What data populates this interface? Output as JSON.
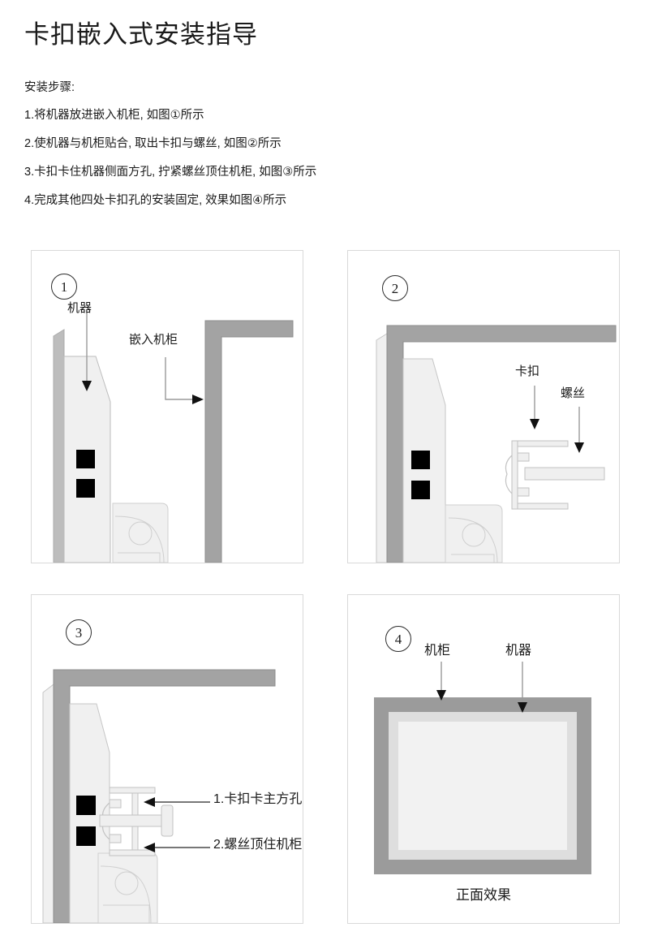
{
  "document": {
    "title": "卡扣嵌入式安装指导",
    "steps_lead": "安装步骤:",
    "steps": [
      "1.将机器放进嵌入机柜, 如图①所示",
      "2.使机器与机柜贴合, 取出卡扣与螺丝, 如图②所示",
      "3.卡扣卡住机器侧面方孔, 拧紧螺丝顶住机柜, 如图③所示",
      "4.完成其他四处卡扣孔的安装固定, 效果如图④所示"
    ]
  },
  "colors": {
    "text": "#1a1a1a",
    "panel_border": "#d9d9d9",
    "cabinet_gray": "#a3a3a3",
    "cabinet_stroke": "#8c8c8c",
    "device_body": "#f0f0f0",
    "device_stroke": "#bdbdbd",
    "bezel_gray": "#bdbdbd",
    "hole_black": "#000000",
    "clip_fill": "#efefef",
    "clip_stroke": "#c2c2c2",
    "front_outer": "#9b9b9b",
    "front_middle": "#dedede",
    "front_inner": "#f2f2f2"
  },
  "panels": [
    {
      "id": "panel-1",
      "number": "①",
      "badge": "1",
      "labels": [
        {
          "name": "machine",
          "text": "机器"
        },
        {
          "name": "embedded-cabinet",
          "text": "嵌入机柜"
        }
      ],
      "caption": ""
    },
    {
      "id": "panel-2",
      "number": "②",
      "badge": "2",
      "labels": [
        {
          "name": "clip",
          "text": "卡扣"
        },
        {
          "name": "screw",
          "text": "螺丝"
        }
      ],
      "caption": ""
    },
    {
      "id": "panel-3",
      "number": "③",
      "badge": "3",
      "labels": [
        {
          "name": "clip-into-square-hole",
          "text": "1.卡扣卡主方孔"
        },
        {
          "name": "screw-against-cabinet",
          "text": "2.螺丝顶住机柜"
        }
      ],
      "caption": ""
    },
    {
      "id": "panel-4",
      "number": "④",
      "badge": "4",
      "labels": [
        {
          "name": "cabinet",
          "text": "机柜"
        },
        {
          "name": "machine",
          "text": "机器"
        }
      ],
      "caption": "正面效果"
    }
  ]
}
